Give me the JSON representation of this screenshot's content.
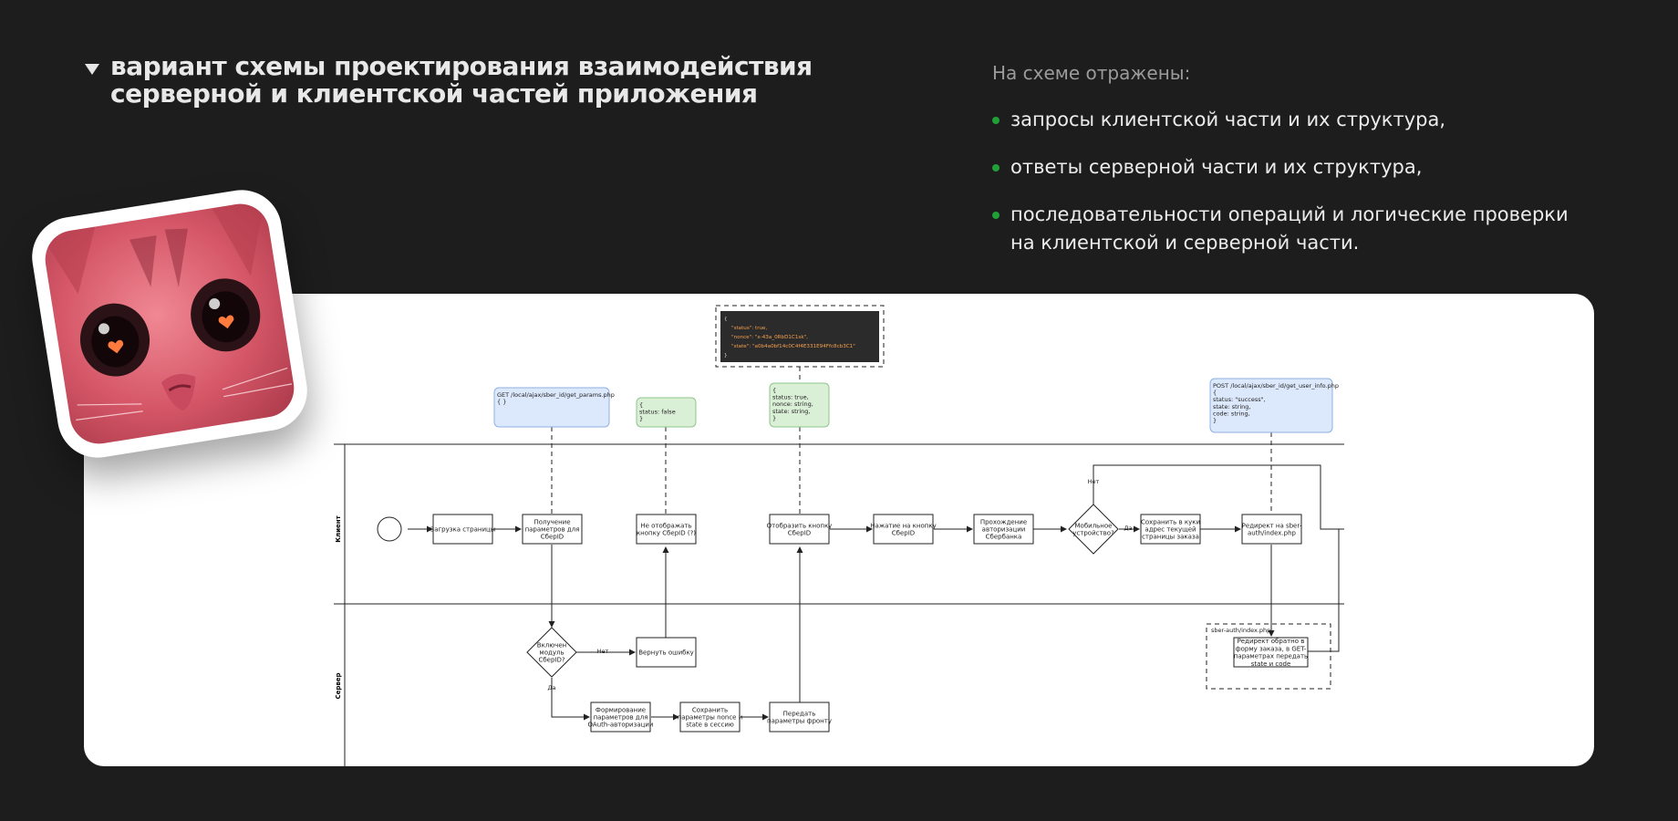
{
  "header": {
    "title_line1": "вариант схемы проектирования взаимодействия",
    "title_line2": "серверной и клиентской частей приложения"
  },
  "info": {
    "heading": "На схеме отражены:",
    "items": [
      "запросы клиентской части и их структура,",
      "ответы серверной части и их структура,",
      "последовательности операций и логические проверки на клиентской и серверной части."
    ]
  },
  "diagram": {
    "lanes": {
      "client": "Клиент",
      "server": "Сервер"
    },
    "code_block": {
      "lines": [
        "{",
        "\"status\": true,",
        "\"nonce\": \"x-43a_0RbD1C1sk\",",
        "\"state\": \"a0b4a0bf14c0C4f4E331E94Ffc8cb3C1\"",
        "}"
      ]
    },
    "notes": {
      "get_params": [
        "GET /local/ajax/sber_id/get_params.php",
        "{ }"
      ],
      "status_false": [
        "{",
        "status: false",
        "}"
      ],
      "status_true": [
        "{",
        "status: true,",
        "nonce: string,",
        "state: string,",
        "}"
      ],
      "post_user_info": [
        "POST /local/ajax/sber_id/get_user_info.php",
        "{",
        "status: \"success\",",
        "state: string,",
        "code: string,",
        "}"
      ]
    },
    "client_steps": {
      "load_page": [
        "Загрузка страницы"
      ],
      "get_params": [
        "Получение",
        "параметров для",
        "СберID"
      ],
      "hide_button": [
        "Не отображать",
        "кнопку СберID (?)"
      ],
      "show_button": [
        "Отобразить кнопку",
        "СберID"
      ],
      "click_button": [
        "Нажатие на кнопку",
        "СберID"
      ],
      "auth": [
        "Прохождение",
        "авторизации",
        "Сбербанка"
      ],
      "mobile": [
        "Мобильное",
        "устройство?"
      ],
      "save_cookie": [
        "Сохранить в куки",
        "адрес текущей",
        "страницы заказа"
      ],
      "redirect": [
        "Редирект на sber-",
        "auth/index.php"
      ]
    },
    "server_steps": {
      "module_enabled": [
        "Включен",
        "модуль",
        "СберID?"
      ],
      "return_error": [
        "Вернуть ошибку"
      ],
      "form_params": [
        "Формирование",
        "параметров для",
        "OAuth-авторизации"
      ],
      "save_session": [
        "Сохранить",
        "параметры nonce и",
        "state в сессию"
      ],
      "pass_front": [
        "Передать",
        "параметры фронту"
      ]
    },
    "sber_auth": {
      "label": "sber-auth/index.php",
      "step": [
        "Редирект обратно в",
        "форму заказа, в GET-",
        "параметрах передать",
        "state и code"
      ]
    },
    "edge_labels": {
      "no": "Нет",
      "yes": "Да"
    }
  }
}
